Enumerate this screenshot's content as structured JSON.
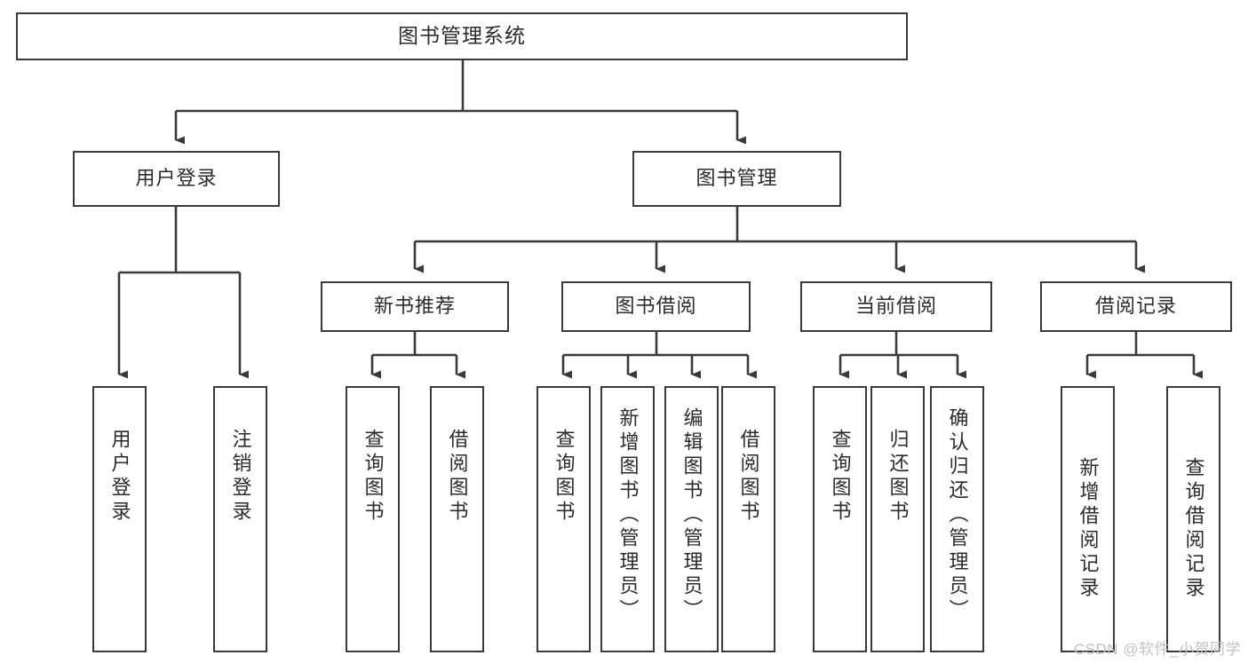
{
  "diagram": {
    "title": "图书管理系统",
    "type": "tree",
    "watermark": "CSDN @软件_小贺同学",
    "colors": {
      "background": "#ffffff",
      "box_border": "#3a3a3a",
      "box_fill": "#ffffff",
      "text": "#2b2b2b",
      "connector": "#3a3a3a",
      "watermark": "#c2c2c2"
    },
    "root": {
      "label": "图书管理系统"
    },
    "level2": [
      {
        "label": "用户登录"
      },
      {
        "label": "图书管理"
      }
    ],
    "level3": [
      {
        "label": "新书推荐"
      },
      {
        "label": "图书借阅"
      },
      {
        "label": "当前借阅"
      },
      {
        "label": "借阅记录"
      }
    ],
    "leaves": {
      "user_login": [
        {
          "label": "用户登录"
        },
        {
          "label": "注销登录"
        }
      ],
      "new_book_recommend": [
        {
          "label": "查询图书"
        },
        {
          "label": "借阅图书"
        }
      ],
      "book_borrow": [
        {
          "label": "查询图书"
        },
        {
          "label": "新增图书（管理员）"
        },
        {
          "label": "编辑图书（管理员）"
        },
        {
          "label": "借阅图书"
        }
      ],
      "current_borrow": [
        {
          "label": "查询图书"
        },
        {
          "label": "归还图书"
        },
        {
          "label": "确认归还（管理员）"
        }
      ],
      "borrow_record": [
        {
          "label": "新增借阅记录"
        },
        {
          "label": "查询借阅记录"
        }
      ]
    }
  }
}
